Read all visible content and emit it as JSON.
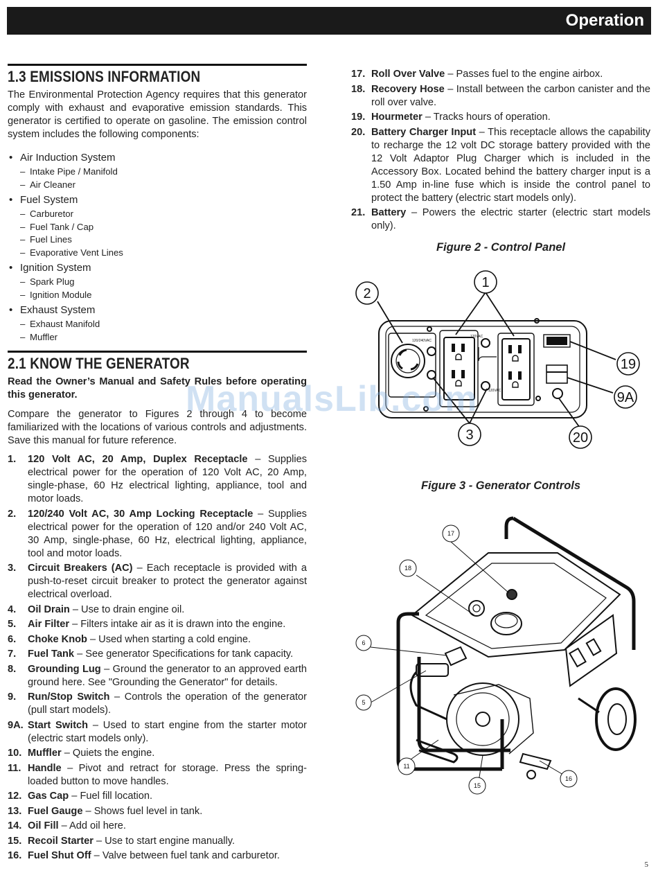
{
  "header": {
    "title": "Operation"
  },
  "section13": {
    "title": "1.3 EMISSIONS INFORMATION",
    "intro": "The Environmental Protection Agency requires that this generator comply with exhaust and evaporative emission standards. This generator is certified to operate on gasoline. The emission control system includes the following components:",
    "systems": [
      {
        "label": "Air Induction System",
        "parts": [
          "Intake Pipe / Manifold",
          "Air Cleaner"
        ]
      },
      {
        "label": "Fuel System",
        "parts": [
          "Carburetor",
          "Fuel Tank / Cap",
          "Fuel Lines",
          "Evaporative Vent Lines"
        ]
      },
      {
        "label": "Ignition System",
        "parts": [
          "Spark Plug",
          "Ignition Module"
        ]
      },
      {
        "label": "Exhaust System",
        "parts": [
          "Exhaust Manifold",
          "Muffler"
        ]
      }
    ]
  },
  "section21": {
    "title": "2.1 KNOW THE GENERATOR",
    "bold_intro": "Read the Owner’s Manual and Safety Rules before operating this generator.",
    "intro": "Compare the generator to Figures 2 through 4 to become familiarized with the locations of various controls and adjustments. Save this manual for future reference."
  },
  "items_left": [
    {
      "num": "1.",
      "term": "120 Volt AC, 20 Amp, Duplex Receptacle",
      "desc": " – Supplies electrical power for the operation of 120 Volt AC, 20 Amp, single-phase, 60 Hz electrical lighting, appliance, tool and motor loads."
    },
    {
      "num": "2.",
      "term": "120/240 Volt AC, 30 Amp Locking Receptacle",
      "desc": " – Supplies electrical power for the operation of 120 and/or 240 Volt AC, 30 Amp, single-phase, 60 Hz, electrical lighting, appliance, tool and motor loads."
    },
    {
      "num": "3.",
      "term": "Circuit Breakers (AC)",
      "desc": " – Each receptacle is provided with a push-to-reset circuit breaker to protect the generator against electrical overload."
    },
    {
      "num": "4.",
      "term": "Oil Drain",
      "desc": " – Use to drain engine oil."
    },
    {
      "num": "5.",
      "term": "Air Filter",
      "desc": " – Filters intake air as it is drawn into the engine."
    },
    {
      "num": "6.",
      "term": "Choke Knob",
      "desc": " – Used when starting a cold engine."
    },
    {
      "num": "7.",
      "term": "Fuel Tank",
      "desc": " – See generator Specifications for tank capacity."
    },
    {
      "num": "8.",
      "term": "Grounding Lug",
      "desc": " – Ground the generator to an approved earth ground here. See \"Grounding the Generator\" for details."
    },
    {
      "num": "9.",
      "term": "Run/Stop Switch",
      "desc": " – Controls the operation of the generator (pull start models)."
    },
    {
      "num": "9A.",
      "term": "Start Switch",
      "desc": " – Used to start engine from the starter motor (electric start models only)."
    },
    {
      "num": "10.",
      "term": "Muffler",
      "desc": " – Quiets the engine."
    },
    {
      "num": "11.",
      "term": "Handle",
      "desc": " – Pivot and retract for storage. Press the spring-loaded button to move handles."
    },
    {
      "num": "12.",
      "term": "Gas Cap",
      "desc": " – Fuel fill location."
    },
    {
      "num": "13.",
      "term": "Fuel Gauge",
      "desc": " – Shows fuel level in tank."
    },
    {
      "num": "14.",
      "term": "Oil Fill",
      "desc": " – Add oil here."
    },
    {
      "num": "15.",
      "term": "Recoil Starter",
      "desc": " – Use to start engine manually."
    },
    {
      "num": "16.",
      "term": "Fuel Shut Off",
      "desc": " – Valve between fuel tank and carburetor."
    }
  ],
  "items_right": [
    {
      "num": "17.",
      "term": "Roll Over Valve",
      "desc": " – Passes fuel to the engine airbox."
    },
    {
      "num": "18.",
      "term": "Recovery Hose",
      "desc": " – Install between the carbon canister and the roll over valve."
    },
    {
      "num": "19.",
      "term": "Hourmeter",
      "desc": " – Tracks hours of operation."
    },
    {
      "num": "20.",
      "term": "Battery Charger Input",
      "desc": " – This receptacle allows the capability to recharge the 12 volt DC storage battery provided with the 12 Volt Adaptor Plug Charger which is included in the Accessory Box. Located behind the battery charger input is a 1.50 Amp in-line fuse which is inside the control panel to protect the battery (electric start models only)."
    },
    {
      "num": "21.",
      "term": "Battery",
      "desc": " – Powers the electric starter (electric start models only)."
    }
  ],
  "figure2": {
    "caption": "Figure 2 - Control Panel",
    "callouts": [
      "1",
      "2",
      "3",
      "19",
      "9A",
      "20"
    ],
    "panel_labels": [
      "120/240VAC",
      "120VAC",
      "120VAC"
    ]
  },
  "figure3": {
    "caption": "Figure 3 - Generator Controls",
    "callouts": [
      "17",
      "18",
      "6",
      "5",
      "11",
      "15",
      "16"
    ]
  },
  "watermark": "ManualsLib.com",
  "page_number": "5"
}
